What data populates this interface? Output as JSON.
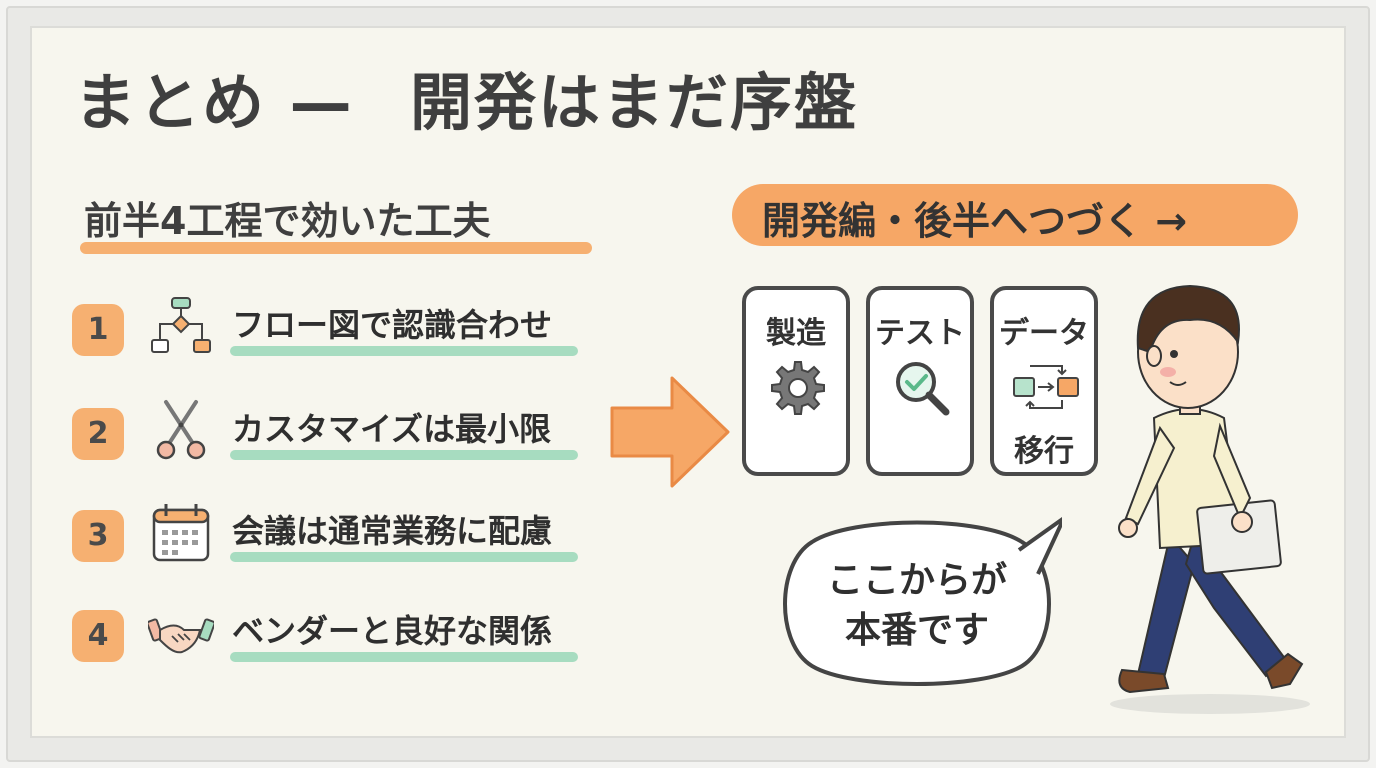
{
  "title": {
    "left": "まとめ —",
    "right": "開発はまだ序盤"
  },
  "subtitle": "前半4工程で効いた工夫",
  "items": [
    {
      "num": "1",
      "icon": "flowchart-icon",
      "label": "フロー図で認識合わせ"
    },
    {
      "num": "2",
      "icon": "scissors-icon",
      "label": "カスタマイズは最小限"
    },
    {
      "num": "3",
      "icon": "calendar-icon",
      "label": "会議は通常業務に配慮"
    },
    {
      "num": "4",
      "icon": "handshake-icon",
      "label": "ベンダーと良好な関係"
    }
  ],
  "next": "開発編・後半へつづく →",
  "cards": [
    {
      "title": "製造",
      "icon": "gear-icon",
      "sub": ""
    },
    {
      "title": "テスト",
      "icon": "magnifier-check-icon",
      "sub": ""
    },
    {
      "title": "データ",
      "icon": "data-transfer-icon",
      "sub": "移行"
    }
  ],
  "bubble": {
    "line1": "ここからが",
    "line2": "本番です"
  },
  "colors": {
    "accent_orange": "#f6a766",
    "accent_green": "#a7dcc0",
    "text": "#333333",
    "board": "#f7f6ee"
  }
}
